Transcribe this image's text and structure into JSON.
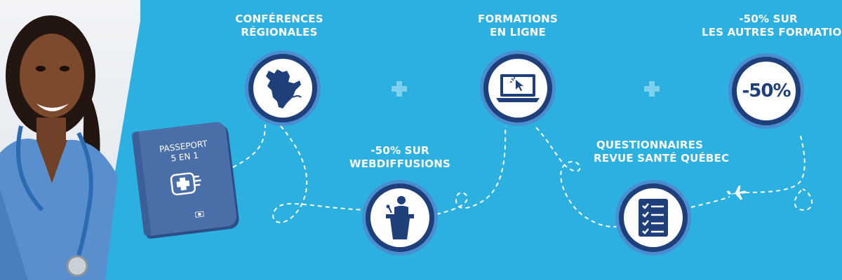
{
  "banner": {
    "colors": {
      "background": "#2bb0e0",
      "navy": "#1e3f7a",
      "ring": "#4a8ed0",
      "white": "#ffffff",
      "passport": "#4a6ea8"
    },
    "photo": {
      "icon": "nurse-with-stethoscope-photo"
    },
    "passport": {
      "title_line1": "PASSEPORT",
      "title_line2": "5 EN 1",
      "icon": "health-cross-emblem-icon"
    },
    "steps": [
      {
        "label_line1": "CONFÉRENCES",
        "label_line2": "RÉGIONALES",
        "icon": "quebec-map-icon"
      },
      {
        "label_line1": "-50% SUR",
        "label_line2": "WEBDIFFUSIONS",
        "icon": "speaker-podium-icon"
      },
      {
        "label_line1": "FORMATIONS",
        "label_line2": "EN LIGNE",
        "icon": "laptop-cursor-icon"
      },
      {
        "label_line1": "QUESTIONNAIRES",
        "label_line2": "REVUE SANTÉ QUÉBEC",
        "icon": "checklist-icon"
      },
      {
        "label_line1": "-50% SUR",
        "label_line2": "LES AUTRES FORMATIONS",
        "icon": "discount-badge-icon",
        "badge_text": "-50%"
      }
    ],
    "plus_icons": [
      "plus-icon",
      "plus-icon"
    ],
    "path_icon": "airplane-icon"
  }
}
